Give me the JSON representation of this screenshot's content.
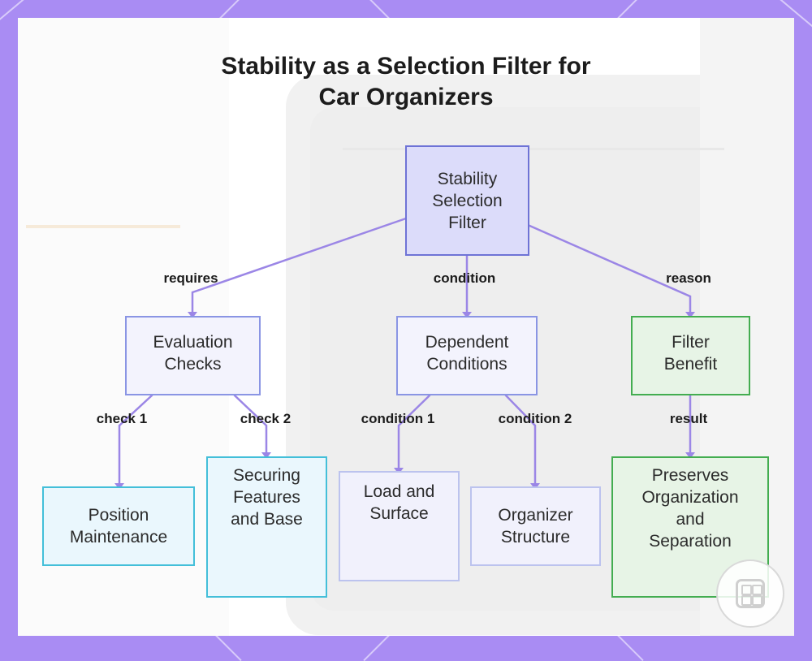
{
  "title_lines": [
    "Stability as a Selection Filter for",
    "Car Organizers"
  ],
  "nodes": {
    "root": {
      "lines": [
        "Stability",
        "Selection",
        "Filter"
      ]
    },
    "evaluation_checks": {
      "lines": [
        "Evaluation",
        "Checks"
      ]
    },
    "dependent_conditions": {
      "lines": [
        "Dependent",
        "Conditions"
      ]
    },
    "filter_benefit": {
      "lines": [
        "Filter",
        "Benefit"
      ]
    },
    "position_maintenance": {
      "lines": [
        "Position",
        "Maintenance"
      ]
    },
    "securing_features": {
      "lines": [
        "Securing",
        "Features",
        "and Base"
      ]
    },
    "load_surface": {
      "lines": [
        "Load and",
        "Surface"
      ]
    },
    "organizer_structure": {
      "lines": [
        "Organizer",
        "Structure"
      ]
    },
    "preserves_organization": {
      "lines": [
        "Preserves",
        "Organization",
        "and",
        "Separation"
      ]
    }
  },
  "edges": {
    "requires": "requires",
    "condition": "condition",
    "reason": "reason",
    "check_1": "check 1",
    "check_2": "check 2",
    "condition_1": "condition 1",
    "condition_2": "condition 2",
    "result": "result"
  },
  "colors": {
    "edge": "#9b86e6",
    "frame": "#a98cf3",
    "root_fill": "#dcdcfa",
    "green_border": "#43ad50",
    "cyan_border": "#43bfd9"
  },
  "watermark_icon": "app-logo-icon"
}
